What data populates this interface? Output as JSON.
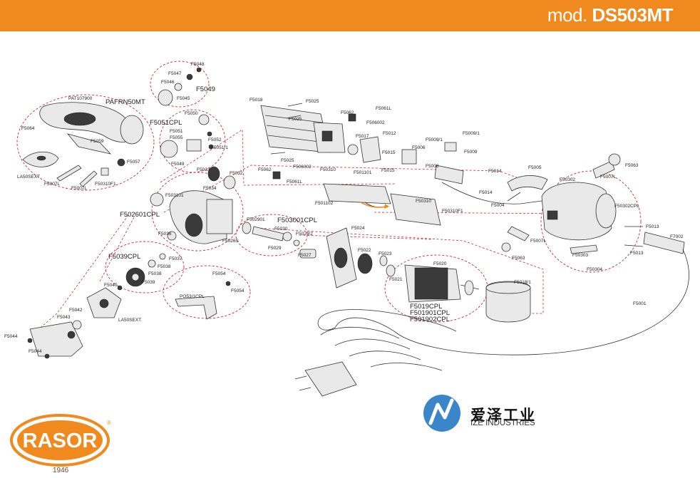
{
  "header": {
    "prefix": "mod.",
    "model": "DS503MT",
    "band_color": "#f08a1e"
  },
  "brand": {
    "name": "RASOR",
    "registered": "®",
    "year": "1946",
    "color": "#f08a1e"
  },
  "watermark": {
    "cn": "爱泽工业",
    "en": "IZE INDUSTRIES"
  },
  "labels": {
    "F5048": "F5048",
    "F5047": "F5047",
    "F5046": "F5046",
    "F5049a": "F5049",
    "F5045": "F5045",
    "PAT107900": "PAT107900",
    "PAFRN50MT": "PAFRN50MT",
    "F5064": "F5064",
    "F5059": "F5059",
    "F5057": "F5057",
    "LA50SEXTa": "LA50SEXT",
    "F5007La": "F5007L",
    "F5007Lb": "F5007L",
    "F50310F1": "F50310F1",
    "F5050": "F5050",
    "F5051CPL": "F5051CPL",
    "F5051": "F5051",
    "F5055": "F5055",
    "F5052": "F5052",
    "F5051_1": "F5051/1",
    "F5049b": "F5049",
    "F5033": "F5033",
    "F5032": "F5032",
    "F5034": "F5034",
    "F503101": "F503101",
    "F502601CPL": "F502601CPL",
    "F5036": "F5036",
    "F5026S": "F5026S",
    "F502901": "F502901",
    "F503001CPL": "F503001CPL",
    "F5030": "F5030",
    "F5029_2": "F5029/2",
    "F5029": "F5029",
    "F5027": "F5027",
    "F5039CPL": "F5039CPL",
    "F5037": "F5037",
    "F5038a": "F5038",
    "F5038b": "F5038",
    "F5039": "F5039",
    "F5040": "F5040",
    "F5054a": "F5054",
    "F5054b": "F5054",
    "PO53_1CPL": "PO53/1CPL",
    "F5042": "F5042",
    "F5043": "F5043",
    "LA50SEXTb": "LA50SEXT",
    "F5044a": "F5044",
    "F5044b": "F5044",
    "F5018": "F5018",
    "F5025a": "F5025",
    "F5025b": "F5025",
    "F5025c": "F5025",
    "F5062a": "F5062",
    "F5061L_top": "F5061L",
    "F506002a": "F506002",
    "F5017": "F5017",
    "F5012": "F5012",
    "F5015a": "F5015",
    "F5015b": "F5015",
    "F5006": "F5006",
    "F5009_1a": "F5009/1",
    "F5009_1b": "F5009/1",
    "F5009": "F5009",
    "F5062b": "F5062",
    "F5061L_b": "F5061L",
    "F506002b": "F506002",
    "F50310": "F50310",
    "F501101": "F501101",
    "F5008": "F5008",
    "F5014a": "F5014",
    "F5014b": "F5014",
    "F501102": "F501102",
    "F50310b": "F50310",
    "F50310F1b": "F50310F1",
    "F5004": "F5004",
    "F5005": "F5005",
    "F5063a": "F5063",
    "F5007Lc": "F5007L",
    "F50302": "F50302",
    "F50302CPL": "F50302CPL",
    "F5013a": "F5013",
    "F5013b": "F5013",
    "F7002": "F7002",
    "F5007Ld": "F5007L",
    "F5063b": "F5063",
    "F50303": "F50303",
    "F50304": "F50304",
    "F5024": "F5024",
    "F5022": "F5022",
    "F5023": "F5023",
    "F5020": "F5020",
    "F5021": "F5021",
    "F5018_1": "F5018/1",
    "F5019CPL": "F5019CPL",
    "F501901CPL": "F501901CPL",
    "F501902CPL": "F501902CPL",
    "F5001": "F5001"
  }
}
